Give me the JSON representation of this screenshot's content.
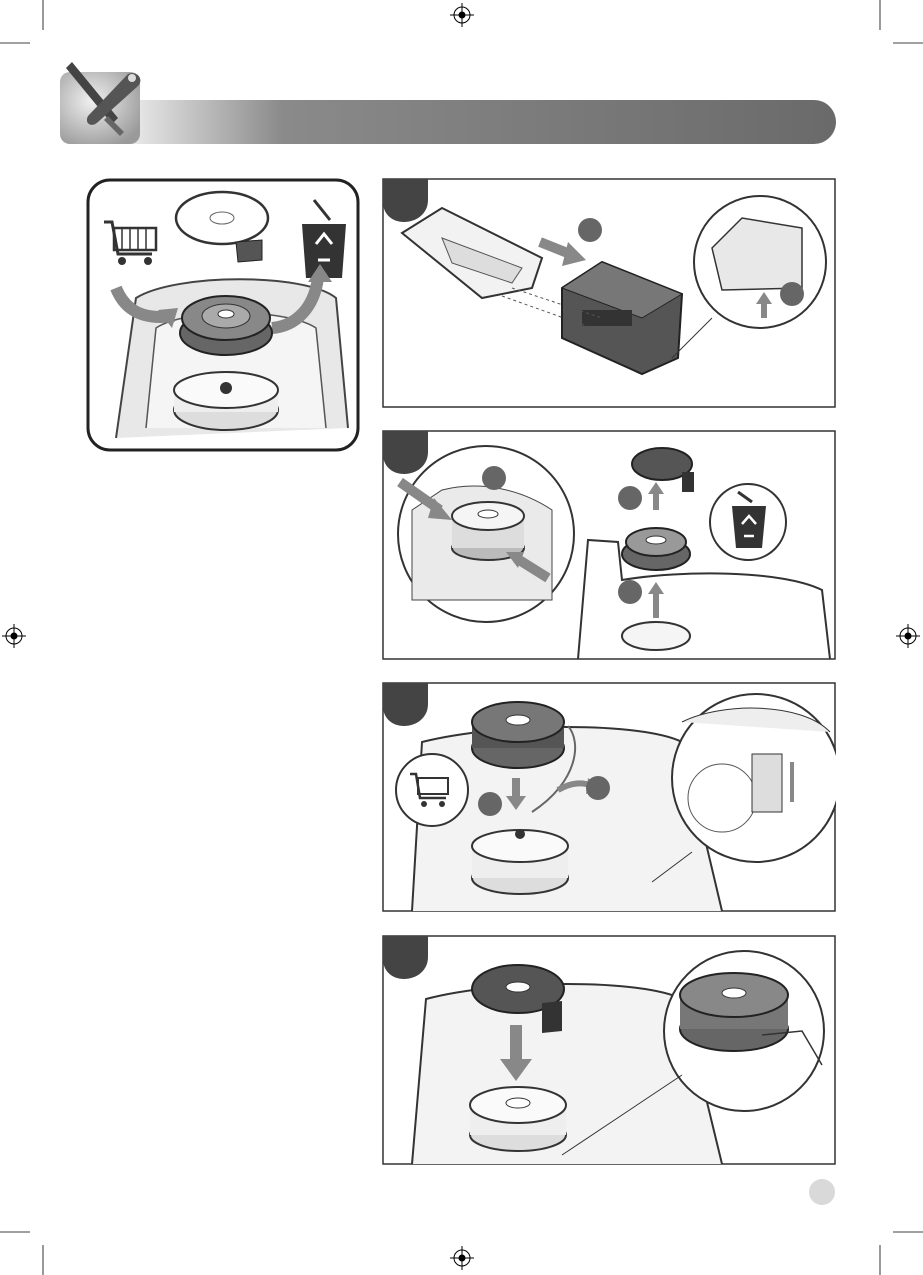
{
  "page": {
    "header_icon": "tools-icon",
    "accent_gray": "#808080",
    "dark": "#333333",
    "banner_gradient_start": "#ffffff",
    "banner_gradient_end": "#6e6e6e"
  },
  "overview_panel": {
    "icons": [
      "shopping-cart-icon",
      "spool-cap-icon",
      "recycle-bin-icon",
      "spool-icon",
      "arrow-icon"
    ]
  },
  "steps": [
    {
      "icons": [
        "battery-icon",
        "handle-icon",
        "arrow-icon"
      ],
      "markers": 2
    },
    {
      "icons": [
        "spool-icon",
        "spool-cap-icon",
        "recycle-bin-icon",
        "arrow-icon"
      ],
      "markers": 3
    },
    {
      "icons": [
        "spool-icon",
        "shopping-cart-icon",
        "arrow-icon"
      ],
      "markers": 2
    },
    {
      "icons": [
        "spool-cap-icon",
        "spool-icon",
        "arrow-icon"
      ],
      "markers": 0
    }
  ],
  "registration_marks": [
    "crosshair-icon",
    "crosshair-icon",
    "crosshair-icon",
    "crosshair-icon"
  ]
}
